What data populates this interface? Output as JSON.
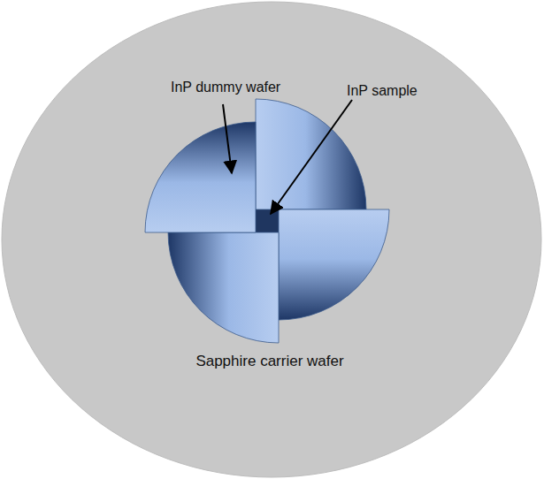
{
  "diagram": {
    "labels": [
      "InP dummy wafer",
      "InP sample",
      "Sapphire carrier wafer"
    ]
  }
}
